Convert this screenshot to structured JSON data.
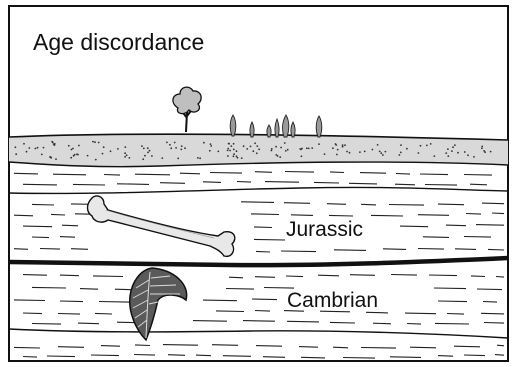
{
  "diagram": {
    "title": "Age discordance",
    "layers": [
      {
        "label": "Jurassic"
      },
      {
        "label": "Cambrian"
      }
    ],
    "items": {
      "tree": "tree-icon",
      "shrubs": "cypress-icon",
      "bone": "fossil-bone-icon",
      "trilobite": "trilobite-fossil-icon"
    },
    "colors": {
      "ink": "#111111",
      "soil": "#d9d9d9",
      "background": "#ffffff",
      "fossil": "#e8e8e8"
    }
  }
}
